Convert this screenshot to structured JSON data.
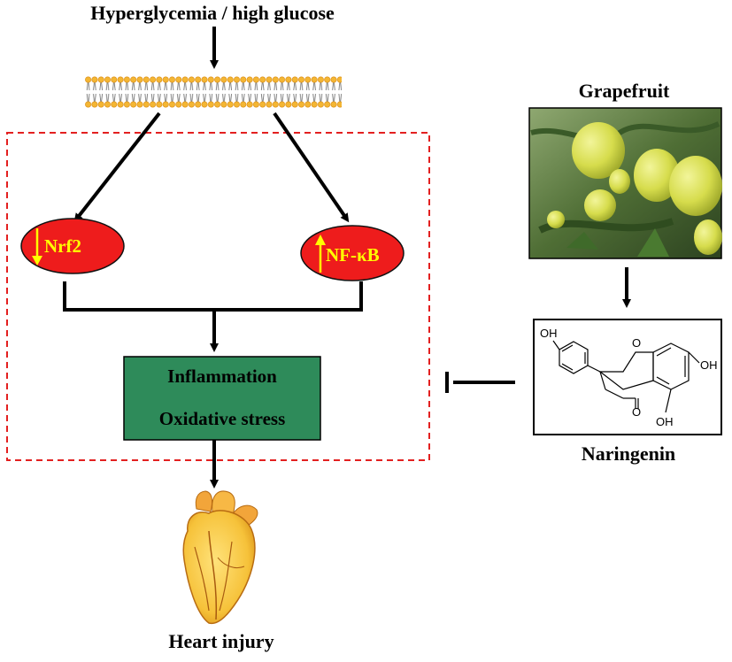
{
  "title": "Hyperglycemia / high glucose",
  "nodes": {
    "nrf2": "Nrf2",
    "nfkb": "NF-κB",
    "outcome_line_1": "Inflammation",
    "outcome_line_2": "Oxidative stress"
  },
  "grapefruit_label": "Grapefruit",
  "naringenin_label": "Naringenin",
  "heart_label": "Heart injury",
  "molecule": {
    "oh": "OH",
    "o": "O"
  },
  "colors": {
    "node_fill": "#ee1c1c",
    "node_text": "#ffff00",
    "box_fill": "#2e8b5a",
    "dashed_border": "#e32020",
    "lipid_head": "#f4b633"
  }
}
